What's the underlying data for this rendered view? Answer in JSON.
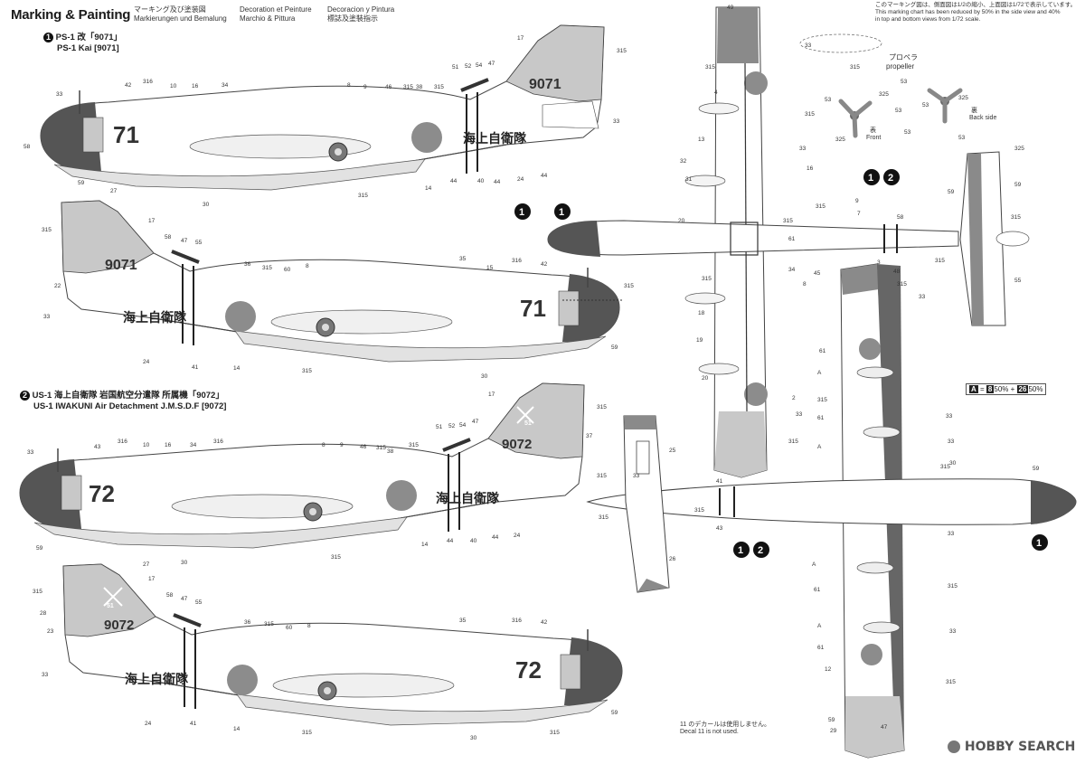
{
  "header": {
    "title": "Marking & Painting",
    "subtitles": [
      "マーキング及び塗装図",
      "Markierungen und Bemalung",
      "Decoration et Peinture",
      "Marchio & Pittura",
      "Decoracion y Pintura",
      "標誌及塗裝指示"
    ]
  },
  "top_note": [
    "このマーキング図は、側面図は1/2の縮小、上面図は1/72で表示しています。",
    "This marking chart has been reduced by 50% in the side view and 40%",
    "in top and bottom views from 1/72 scale."
  ],
  "variant1": {
    "badge": "1",
    "line1": "PS-1 改「9071」",
    "line2": "PS-1 Kai [9071]",
    "nose_number": "71",
    "tail_number": "9071",
    "side_text": "海上自衛隊"
  },
  "variant2": {
    "badge": "2",
    "line1": "US-1 海上自衛隊 岩国航空分遣隊 所属機「9072」",
    "line2": "US-1 IWAKUNI Air Detachment  J.M.S.D.F [9072]",
    "nose_number": "72",
    "tail_number": "9072",
    "side_text": "海上自衛隊",
    "tail_emblem_number": "51"
  },
  "propeller": {
    "label_jp": "プロペラ",
    "label_en": "propeller",
    "front_jp": "表",
    "front_en": "Front",
    "back_jp": "裏",
    "back_en": "Back side"
  },
  "formula": {
    "left": "A",
    "eq": "=",
    "b": "8",
    "p1": "50%",
    "plus": "+",
    "c": "26",
    "p2": "50%"
  },
  "decal_note": {
    "jp": "11 のデカールは使用しません。",
    "en": "Decal 11 is not used."
  },
  "watermark": {
    "brand": "HOBBY SEARCH"
  },
  "badges": {
    "v1": "1",
    "v2": "2"
  },
  "colors": {
    "dark_gray": "#555555",
    "mid_gray": "#8a8a8a",
    "light_gray": "#c8c8c8",
    "line": "#444444",
    "roundel": "#8c8c8c"
  },
  "callout_labels": {
    "side1": [
      "33",
      "42",
      "316",
      "10",
      "16",
      "34",
      "8",
      "9",
      "46",
      "315",
      "38",
      "315",
      "51",
      "52",
      "54",
      "47",
      "17",
      "315",
      "33",
      "58",
      "59",
      "27",
      "30",
      "315",
      "14",
      "44",
      "40",
      "44",
      "24",
      "44"
    ],
    "side2": [
      "315",
      "17",
      "58",
      "47",
      "55",
      "36",
      "315",
      "60",
      "8",
      "35",
      "15",
      "316",
      "42",
      "22",
      "33",
      "24",
      "41",
      "14",
      "315",
      "30",
      "59",
      "315"
    ],
    "side3": [
      "33",
      "43",
      "316",
      "10",
      "16",
      "34",
      "316",
      "8",
      "9",
      "46",
      "315",
      "38",
      "315",
      "51",
      "52",
      "54",
      "47",
      "17",
      "315",
      "37",
      "315",
      "315",
      "59",
      "27",
      "30",
      "315",
      "14",
      "44",
      "40",
      "44",
      "24",
      "44"
    ],
    "side4": [
      "315",
      "17",
      "58",
      "47",
      "55",
      "36",
      "315",
      "60",
      "8",
      "35",
      "316",
      "42",
      "23",
      "33",
      "24",
      "41",
      "14",
      "315",
      "30",
      "59",
      "315",
      "28"
    ],
    "top": [
      "49",
      "33",
      "315",
      "4",
      "315",
      "13",
      "33",
      "16",
      "32",
      "31",
      "315",
      "53",
      "53",
      "325",
      "53",
      "53",
      "325",
      "53",
      "325",
      "53",
      "325",
      "59",
      "315",
      "9",
      "315",
      "7",
      "20",
      "61",
      "315",
      "58",
      "3",
      "315",
      "59",
      "55",
      "34",
      "45",
      "8",
      "315",
      "18",
      "19",
      "20",
      "2",
      "33",
      "315",
      "12",
      "1",
      "5",
      "59"
    ],
    "bottom": [
      "48",
      "315",
      "33",
      "61",
      "A",
      "315",
      "33",
      "61",
      "A",
      "33",
      "315",
      "30",
      "59",
      "41",
      "43",
      "26",
      "33",
      "25",
      "315",
      "33",
      "A",
      "61",
      "A",
      "315",
      "33",
      "61",
      "12",
      "59",
      "29",
      "47",
      "315"
    ]
  }
}
